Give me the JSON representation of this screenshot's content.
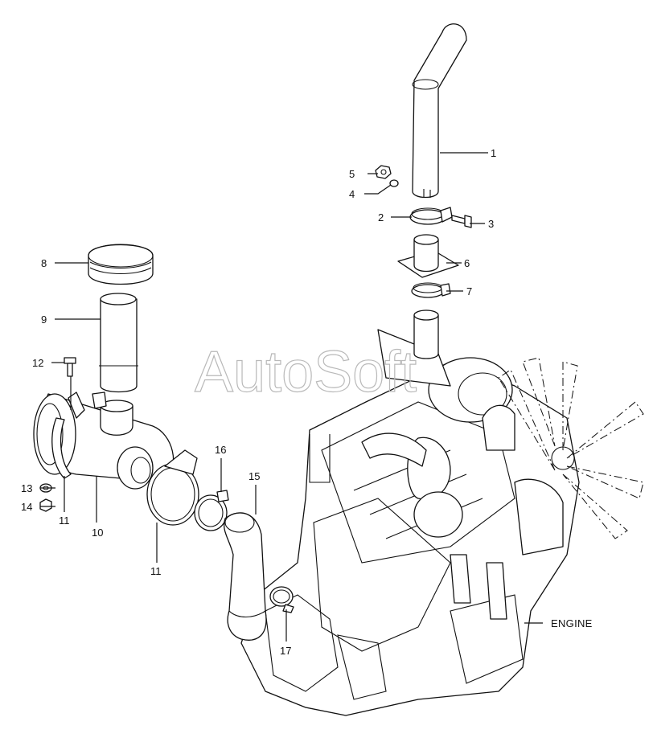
{
  "watermark": "AutoSoft",
  "callouts": {
    "c1": "1",
    "c2": "2",
    "c3": "3",
    "c4": "4",
    "c5": "5",
    "c6": "6",
    "c7": "7",
    "c8": "8",
    "c9": "9",
    "c10": "10",
    "c11a": "11",
    "c11b": "11",
    "c12": "12",
    "c13": "13",
    "c14": "14",
    "c15": "15",
    "c16": "16",
    "c17": "17"
  },
  "engine_label": "ENGINE"
}
